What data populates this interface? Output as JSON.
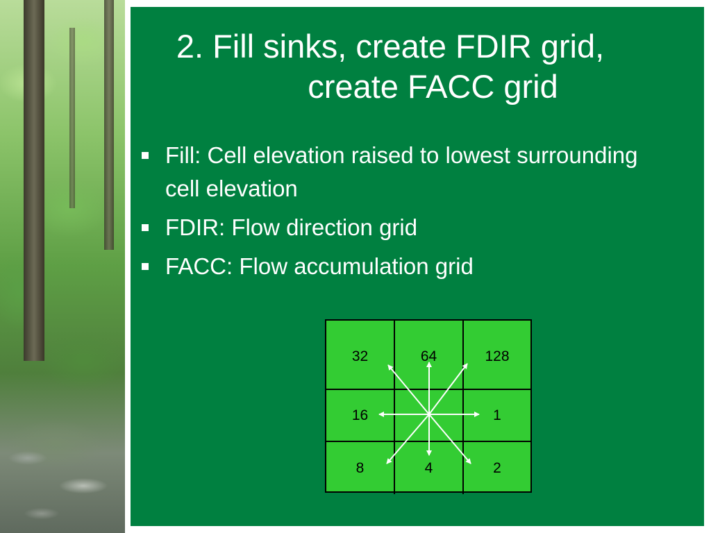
{
  "title": {
    "line1": "2. Fill sinks, create FDIR grid,",
    "line2": "create FACC grid"
  },
  "bullets": [
    {
      "text": "Fill: Cell elevation raised to lowest surrounding cell elevation"
    },
    {
      "text": "FDIR: Flow direction grid"
    },
    {
      "text": "FACC: Flow accumulation grid"
    }
  ],
  "grid": {
    "cells": [
      [
        "32",
        "64",
        "128"
      ],
      [
        "16",
        "",
        "1"
      ],
      [
        "8",
        "4",
        "2"
      ]
    ]
  },
  "colors": {
    "slide_background": "#008040",
    "grid_fill": "#33cc33",
    "text": "#ffffff"
  }
}
